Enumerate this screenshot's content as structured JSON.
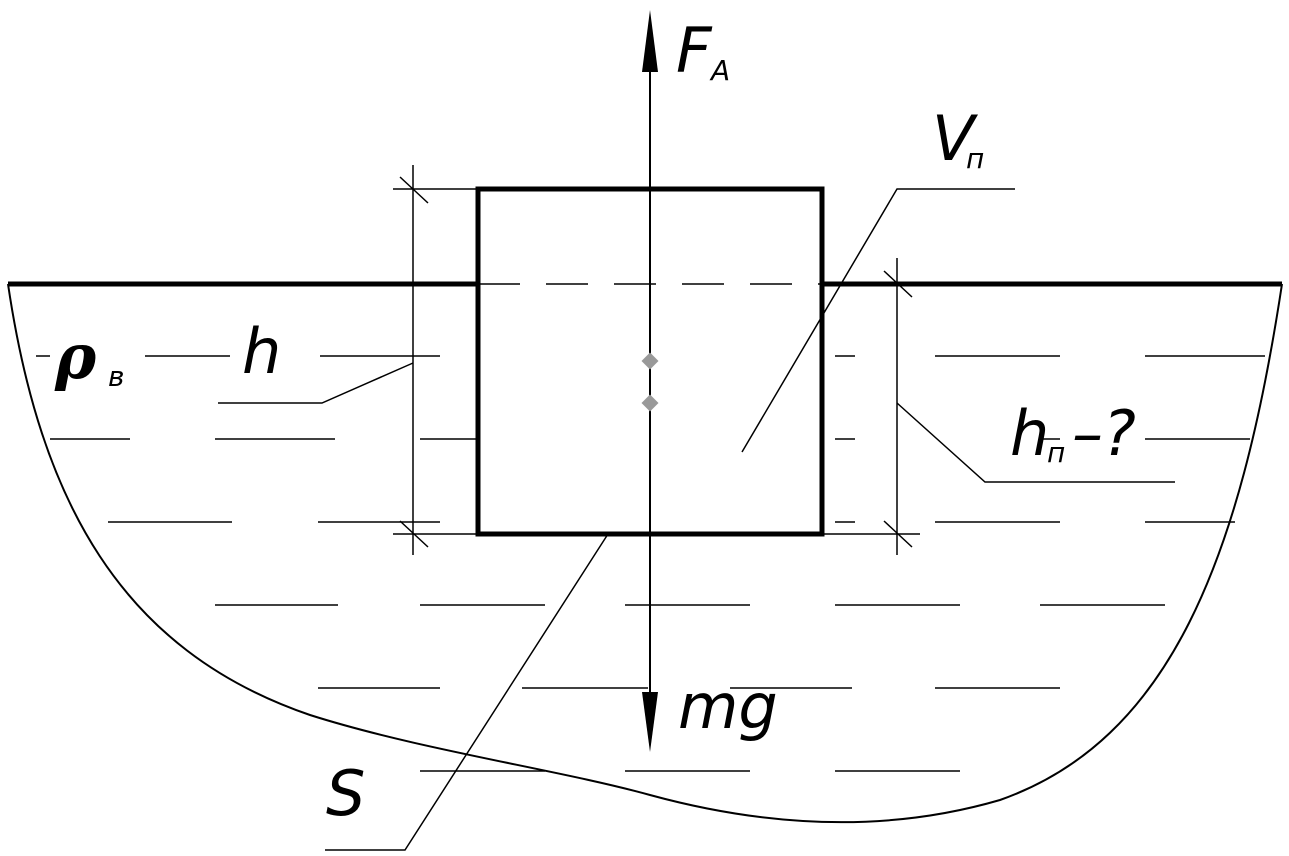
{
  "labels": {
    "buoyant_force": "F",
    "buoyant_force_sub": "A",
    "submerged_volume": "V",
    "submerged_volume_sub": "п",
    "water_density": "ρ",
    "water_density_sub": "в",
    "block_height": "h",
    "submerged_height": "h",
    "submerged_height_sub": "п",
    "submerged_height_suffix": "–?",
    "gravity_force": "mg",
    "base_area": "S"
  },
  "colors": {
    "stroke": "#000000",
    "background": "#ffffff",
    "marker": "#999999"
  }
}
